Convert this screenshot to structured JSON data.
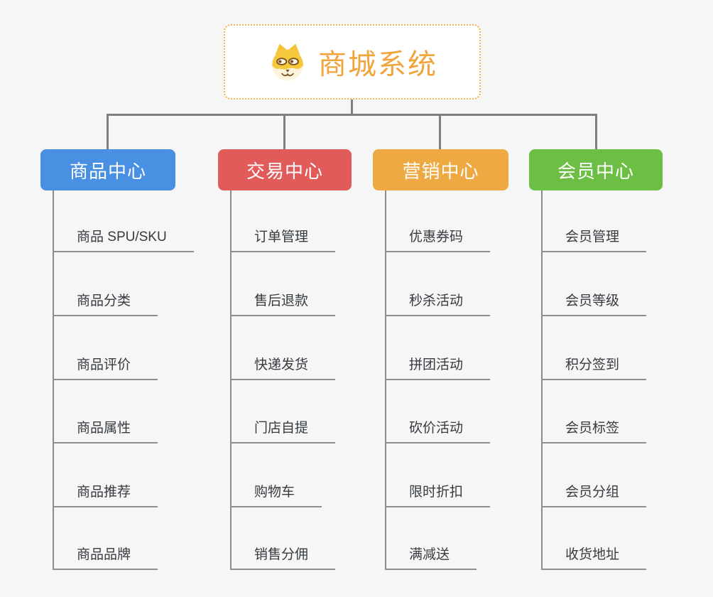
{
  "canvas": {
    "background": "#f6f6f6",
    "connector_color": "#7f7f7f"
  },
  "root": {
    "title": "商城系统",
    "title_color": "#f1a43c",
    "border_color": "#f5ae4d",
    "background": "#ffffff",
    "icon": "dog-face-icon"
  },
  "branches": [
    {
      "label": "商品中心",
      "color": "#4a90e2",
      "items": [
        "商品 SPU/SKU",
        "商品分类",
        "商品评价",
        "商品属性",
        "商品推荐",
        "商品品牌"
      ]
    },
    {
      "label": "交易中心",
      "color": "#e25b5b",
      "items": [
        "订单管理",
        "售后退款",
        "快递发货",
        "门店自提",
        "购物车",
        "销售分佣"
      ]
    },
    {
      "label": "营销中心",
      "color": "#efa943",
      "items": [
        "优惠券码",
        "秒杀活动",
        "拼团活动",
        "砍价活动",
        "限时折扣",
        "满减送"
      ]
    },
    {
      "label": "会员中心",
      "color": "#6cbe45",
      "items": [
        "会员管理",
        "会员等级",
        "积分签到",
        "会员标签",
        "会员分组",
        "收货地址"
      ]
    }
  ]
}
